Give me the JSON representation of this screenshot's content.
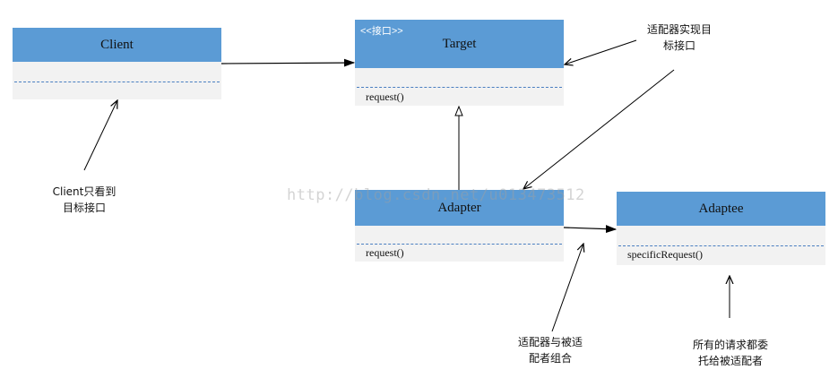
{
  "classes": {
    "client": {
      "name": "Client",
      "method": ""
    },
    "target": {
      "stereotype": "<<接口>>",
      "name": "Target",
      "method": "request()"
    },
    "adapter": {
      "name": "Adapter",
      "method": "request()"
    },
    "adaptee": {
      "name": "Adaptee",
      "method": "specificRequest()"
    }
  },
  "notes": {
    "adapter_implements": [
      "适配器实现目",
      "标接口"
    ],
    "client_sees": [
      "Client只看到",
      "目标接口"
    ],
    "adapter_combines": [
      "适配器与被适",
      "配者组合"
    ],
    "delegate": [
      "所有的请求都委",
      "托给被适配者"
    ]
  },
  "watermark": "http://blog.csdn.net/u013473512",
  "colors": {
    "header": "#5b9bd5",
    "body": "#f2f2f2",
    "divider": "#4a7fc1"
  }
}
